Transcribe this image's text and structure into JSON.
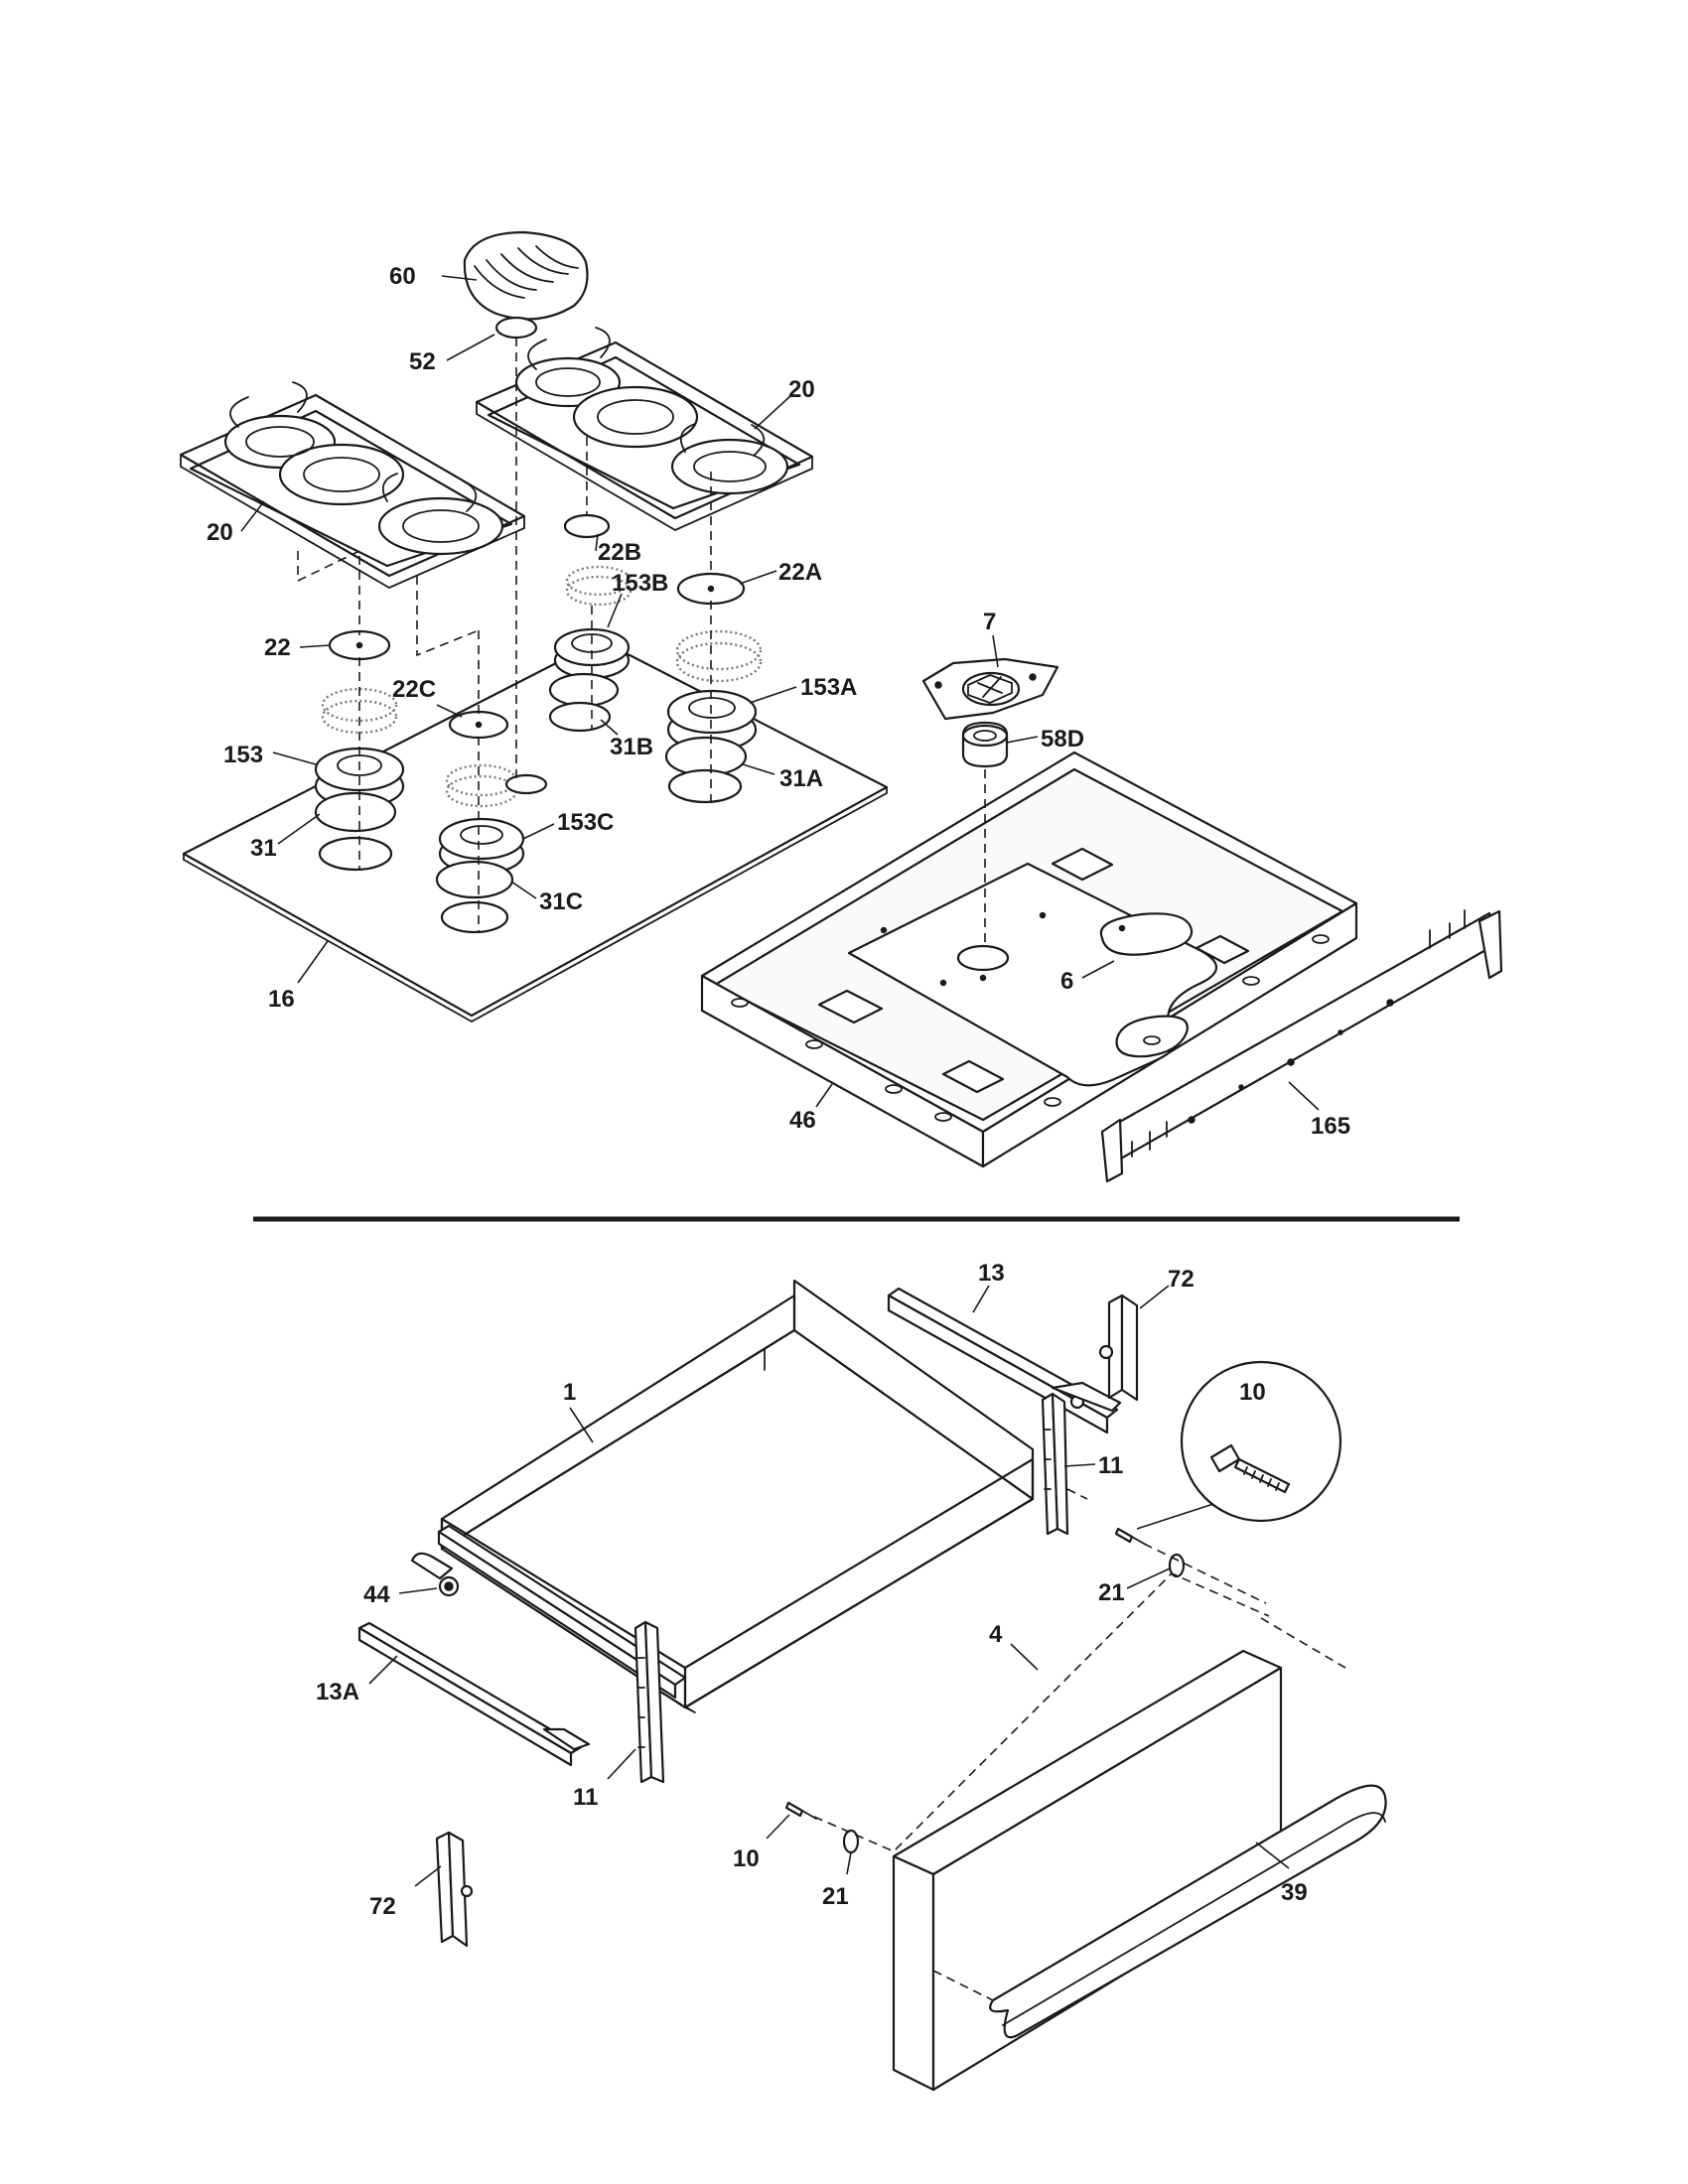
{
  "labels": {
    "p60": "60",
    "p52": "52",
    "p20_right": "20",
    "p20_left": "20",
    "p22B": "22B",
    "p22A": "22A",
    "p153B": "153B",
    "p22": "22",
    "p22C": "22C",
    "p153A": "153A",
    "p31B": "31B",
    "p31A": "31A",
    "p153": "153",
    "p31": "31",
    "p153C": "153C",
    "p31C": "31C",
    "p16": "16",
    "p7": "7",
    "p58D": "58D",
    "p6": "6",
    "p46": "46",
    "p165": "165",
    "p13": "13",
    "p72_top": "72",
    "p10_detail": "10",
    "p1": "1",
    "p11_right": "11",
    "p44": "44",
    "p21_right": "21",
    "p4": "4",
    "p13A": "13A",
    "p11_left": "11",
    "p10": "10",
    "p21": "21",
    "p72_bottom": "72",
    "p39": "39"
  }
}
